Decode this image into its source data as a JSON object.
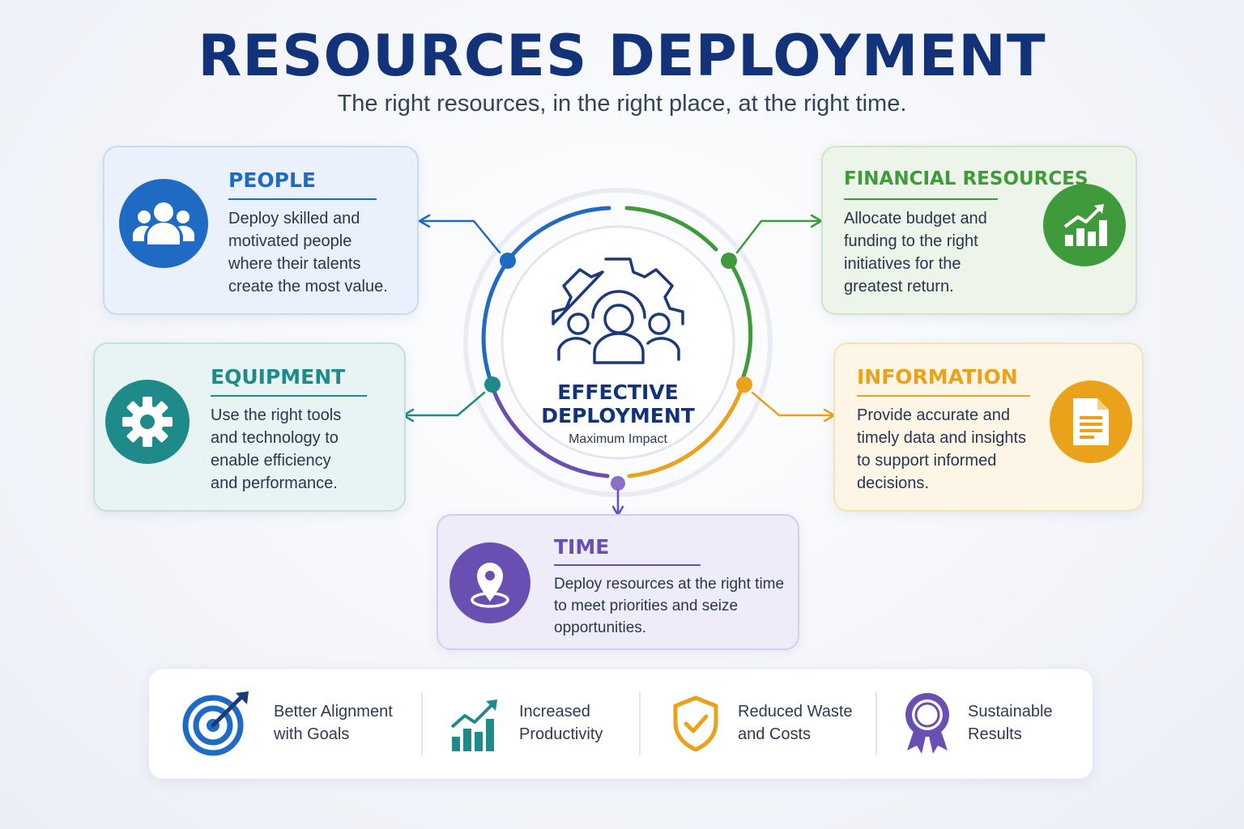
{
  "title": "RESOURCES DEPLOYMENT",
  "subtitle": "The right resources, in the right place, at the right time.",
  "center": {
    "line1": "EFFECTIVE",
    "line2": "DEPLOYMENT",
    "caption": "Maximum Impact",
    "icon": "gear-team-icon"
  },
  "cards": {
    "people": {
      "title": "PEOPLE",
      "lines": [
        "Deploy skilled and",
        "motivated people",
        "where their talents",
        "create the most value."
      ],
      "icon": "people-icon",
      "color": "#1f6bc4"
    },
    "equipment": {
      "title": "EQUIPMENT",
      "lines": [
        "Use the right tools",
        "and technology to",
        "enable efficiency",
        "and performance."
      ],
      "icon": "gear-icon",
      "color": "#1f8a8a"
    },
    "financial": {
      "title": "FINANCIAL RESOURCES",
      "lines": [
        "Allocate budget and",
        "funding to the right",
        "initiatives for the",
        "greatest return."
      ],
      "icon": "growth-chart-icon",
      "color": "#3e9a3a"
    },
    "information": {
      "title": "INFORMATION",
      "lines": [
        "Provide accurate and",
        "timely data and insights",
        "to support informed",
        "decisions."
      ],
      "icon": "document-icon",
      "color": "#e9a21a"
    },
    "time": {
      "title": "TIME",
      "lines": [
        "Deploy resources at the right time",
        "to meet priorities and seize",
        "opportunities."
      ],
      "icon": "location-pin-icon",
      "color": "#6a4fb3"
    }
  },
  "benefits": [
    {
      "line1": "Better Alignment",
      "line2": "with Goals",
      "icon": "target-icon"
    },
    {
      "line1": "Increased",
      "line2": "Productivity",
      "icon": "bar-growth-icon"
    },
    {
      "line1": "Reduced Waste",
      "line2": "and Costs",
      "icon": "shield-check-icon"
    },
    {
      "line1": "Sustainable",
      "line2": "Results",
      "icon": "award-ribbon-icon"
    }
  ]
}
